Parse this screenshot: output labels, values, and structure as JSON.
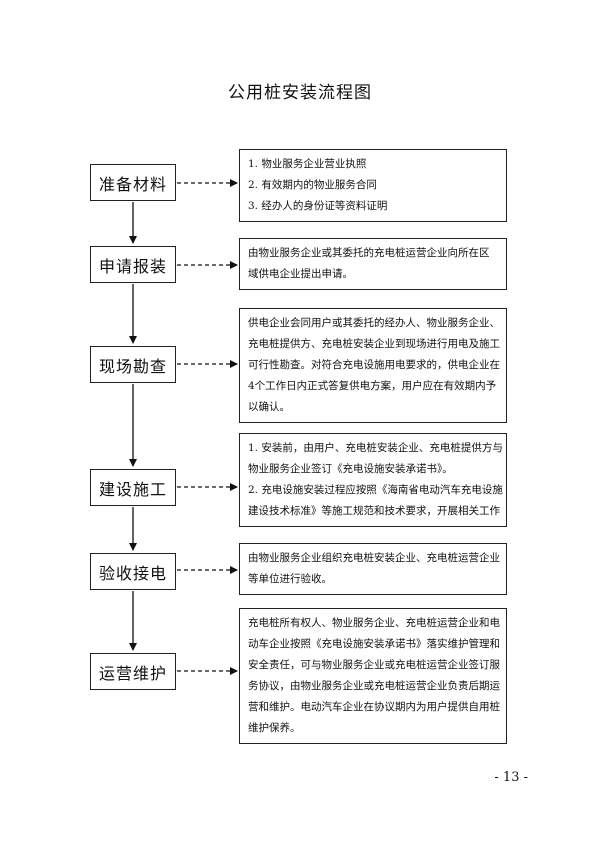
{
  "title": "公用桩安装流程图",
  "steps": [
    {
      "label": "准备材料",
      "lines": [
        "1. 物业服务企业营业执照",
        "2. 有效期内的物业服务合同",
        "3. 经办人的身份证等资料证明"
      ]
    },
    {
      "label": "申请报装",
      "lines": [
        "由物业服务企业或其委托的充电桩运营企业向所在区",
        "域供电企业提出申请。"
      ]
    },
    {
      "label": "现场勘查",
      "lines": [
        "供电企业会同用户或其委托的经办人、物业服务企业、",
        "充电桩提供方、充电桩安装企业到现场进行用电及施工",
        "可行性勘查。对符合充电设施用电要求的，供电企业在",
        "4个工作日内正式答复供电方案，用户应在有效期内予",
        "以确认。"
      ]
    },
    {
      "label": "建设施工",
      "lines": [
        "1. 安装前，由用户、充电桩安装企业、充电桩提供方与",
        "物业服务企业签订《充电设施安装承诺书》。",
        "2. 充电设施安装过程应按照《海南省电动汽车充电设施",
        "建设技术标准》等施工规范和技术要求，开展相关工作"
      ]
    },
    {
      "label": "验收接电",
      "lines": [
        "由物业服务企业组织充电桩安装企业、充电桩运营企业",
        "等单位进行验收。"
      ]
    },
    {
      "label": "运营维护",
      "lines": [
        "充电桩所有权人、物业服务企业、充电桩运营企业和电",
        "动车企业按照《充电设施安装承诺书》落实维护管理和",
        "安全责任，可与物业服务企业或充电桩运营企业签订服",
        "务协议，由物业服务企业或充电桩运营企业负责后期运",
        "营和维护。电动汽车企业在协议期内为用户提供自用桩",
        "维护保养。"
      ]
    }
  ],
  "page_number": "- 13 -"
}
